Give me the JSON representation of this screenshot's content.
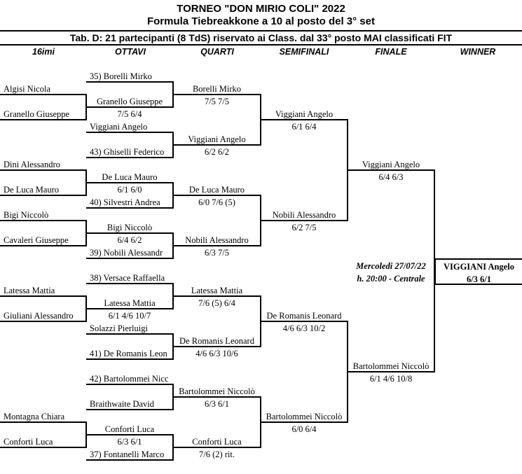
{
  "header": {
    "title": "TORNEO  \"DON  MIRIO  COLI\"  2022",
    "subtitle": "Formula Tiebreakkone a 10 al posto del 3° set",
    "table_info": "Tab. D: 21 partecipanti (8 TdS) riservato ai Class. dal 33° posto MAI classificati FIT"
  },
  "columns": [
    "16imi",
    "OTTAVI",
    "QUARTI",
    "SEMIFINALI",
    "FINALE",
    "WINNER"
  ],
  "bracket": {
    "sedicesimi": [
      {
        "name": "Algisi Nicola"
      },
      {
        "name": "Granello Giuseppe"
      },
      {
        "name": "Dini Alessandro"
      },
      {
        "name": "De Luca Mauro"
      },
      {
        "name": "Bigi Niccolò"
      },
      {
        "name": "Cavaleri Giuseppe"
      },
      {
        "name": "Latessa Mattia"
      },
      {
        "name": "Giuliani Alessandro"
      },
      {
        "name": "Montagna Chiara"
      },
      {
        "name": "Conforti Luca"
      }
    ],
    "ottavi": [
      {
        "name": "35) Borelli Mirko"
      },
      {
        "name": "Granello Giuseppe",
        "score": "7/5  6/4"
      },
      {
        "name": "Viggiani Angelo"
      },
      {
        "name": "43) Ghiselli Federico"
      },
      {
        "name": "De Luca Mauro",
        "score": "6/1  6/0"
      },
      {
        "name": "40) Silvestri Andrea"
      },
      {
        "name": "Bigi Niccolò",
        "score": "6/4  6/2"
      },
      {
        "name": "39) Nobili Alessandr"
      },
      {
        "name": "38) Versace Raffaella"
      },
      {
        "name": "Latessa Mattia",
        "score": "6/1  4/6  10/7"
      },
      {
        "name": "Solazzi Pierluigi"
      },
      {
        "name": "41) De Romanis Leon"
      },
      {
        "name": "42) Bartolommei Nicc"
      },
      {
        "name": "Braithwaite David"
      },
      {
        "name": "Conforti Luca",
        "score": "6/3  6/1"
      },
      {
        "name": "37) Fontanelli Marco"
      }
    ],
    "quarti": [
      {
        "name": "Borelli Mirko",
        "score": "7/5  7/5"
      },
      {
        "name": "Viggiani Angelo",
        "score": "6/2  6/2"
      },
      {
        "name": "De Luca Mauro",
        "score": "6/0  7/6 (5)"
      },
      {
        "name": "Nobili Alessandro",
        "score": "6/3  7/5"
      },
      {
        "name": "Latessa Mattia",
        "score": "7/6 (5)  6/4"
      },
      {
        "name": "De Romanis Leonard",
        "score": "4/6  6/3  10/6"
      },
      {
        "name": "Bartolommei Niccolò",
        "score": "6/3  6/1"
      },
      {
        "name": "Conforti Luca",
        "score": "7/6 (2) rit."
      }
    ],
    "semifinali": [
      {
        "name": "Viggiani Angelo",
        "score": "6/1  6/4"
      },
      {
        "name": "Nobili Alessandro",
        "score": "6/2  7/5"
      },
      {
        "name": "De Romanis Leonard",
        "score": "4/6  6/3  10/2"
      },
      {
        "name": "Bartolommei  Niccolò",
        "score": "6/0  6/4"
      }
    ],
    "finale": [
      {
        "name": "Viggiani Angelo",
        "score": "6/4  6/3"
      },
      {
        "name": "Bartolommei Niccolò",
        "score": "6/1  4/6  10/8"
      }
    ],
    "winner": {
      "name": "VIGGIANI Angelo",
      "score": "6/3  6/1"
    }
  },
  "schedule": {
    "date": "Mercoledi 27/07/22",
    "time": "h. 20:00 - Centrale"
  }
}
